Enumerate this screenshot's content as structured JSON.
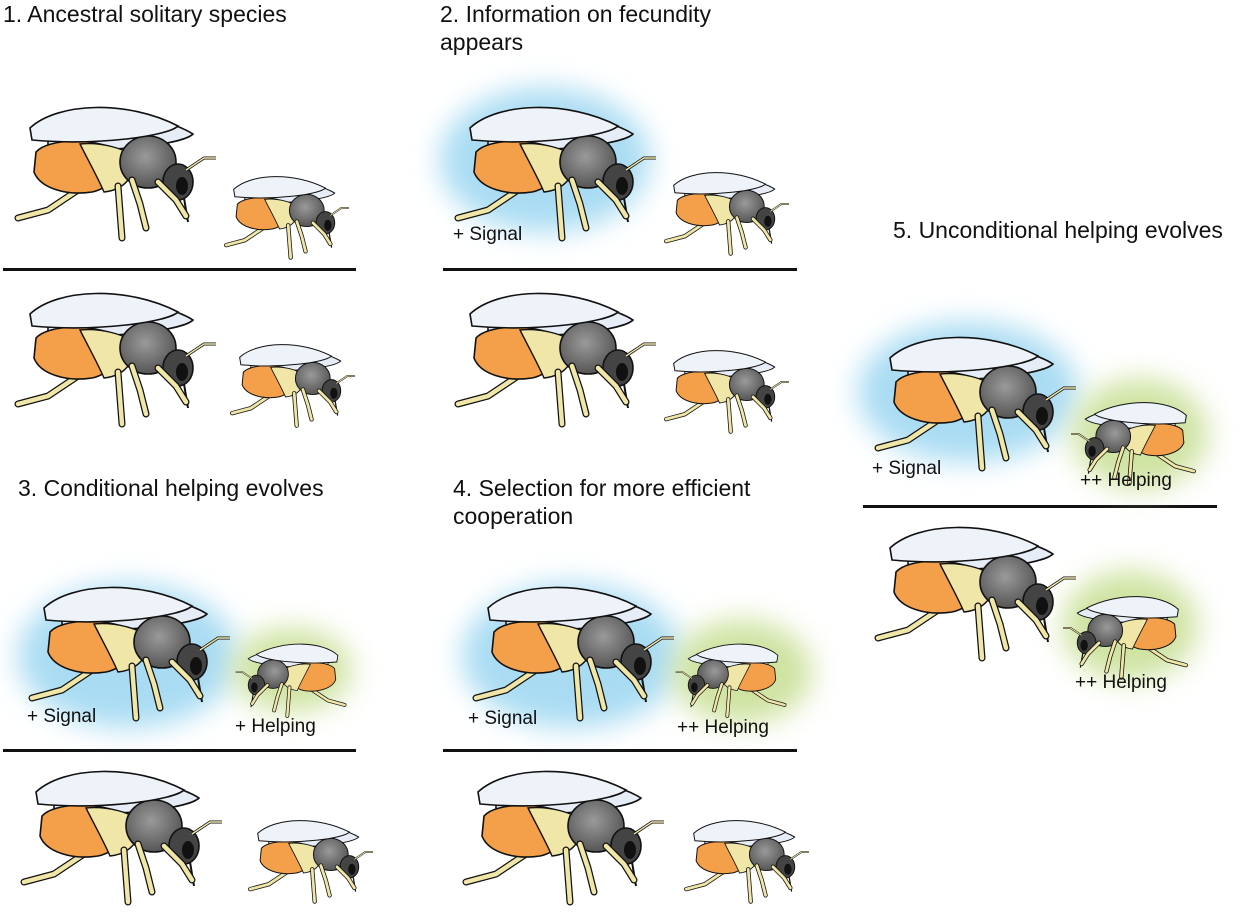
{
  "panels": [
    {
      "id": "p1",
      "title": [
        "1. Ancestral solitary species"
      ]
    },
    {
      "id": "p2",
      "title": [
        "2. Information on fecundity",
        "appears"
      ]
    },
    {
      "id": "p3",
      "title": [
        "3. Conditional helping evolves"
      ]
    },
    {
      "id": "p4",
      "title": [
        "4. Selection for more efficient",
        "cooperation"
      ]
    },
    {
      "id": "p5",
      "title": [
        "5. Unconditional helping evolves"
      ]
    }
  ],
  "labels": {
    "signal": "+ Signal",
    "helping": "+ Helping",
    "helping_strong": "++ Helping"
  },
  "colors": {
    "signal_glow": "#a9dcf3",
    "helping_glow": "#cfe3a1",
    "abdomen": "#f4a04a",
    "body": "#efe6a8",
    "thorax": "#7a7a7a",
    "wing": "#e4ecf6",
    "outline": "#111111"
  },
  "icons": {
    "large_bee": "bee-large-icon",
    "small_bee": "bee-small-icon"
  }
}
